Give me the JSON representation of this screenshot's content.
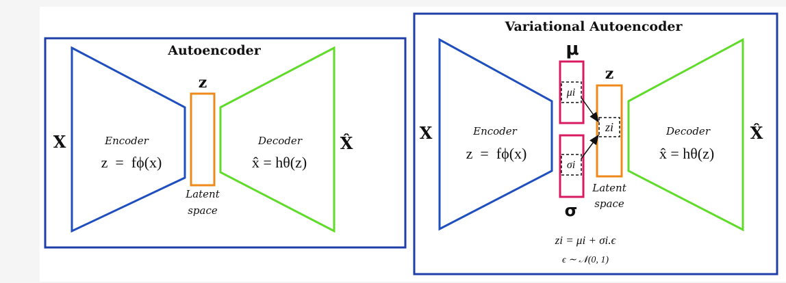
{
  "colors": {
    "frame": "#1f3fa8",
    "encoder": "#1f4fbf",
    "decoder": "#5fdc2a",
    "latent": "#ee8a1a",
    "param_box": "#d81b60",
    "text": "#111111",
    "background": "#f5f5f5",
    "panel": "#ffffff"
  },
  "autoencoder": {
    "title": "Autoencoder",
    "input_label": "X",
    "output_label": "X̂",
    "latent_symbol": "z",
    "encoder_label": "Encoder",
    "encoder_eq": "z  =  fϕ(x)",
    "decoder_label": "Decoder",
    "decoder_eq": "x̂ = hθ(z)",
    "latent_caption_1": "Latent",
    "latent_caption_2": "space"
  },
  "vae": {
    "title": "Variational Autoencoder",
    "input_label": "X",
    "output_label": "X̂",
    "mu_symbol": "μ",
    "sigma_symbol": "σ",
    "latent_symbol": "z",
    "mu_i": "μi",
    "sigma_i": "σi",
    "z_i": "zi",
    "encoder_label": "Encoder",
    "encoder_eq": "z  =  fϕ(x)",
    "decoder_label": "Decoder",
    "decoder_eq": "x̂ = hθ(z)",
    "latent_caption_1": "Latent",
    "latent_caption_2": "space",
    "formula_1": "zi = μi + σi.ϵ",
    "formula_2": "ϵ ∼ 𝒩(0, 1)"
  }
}
